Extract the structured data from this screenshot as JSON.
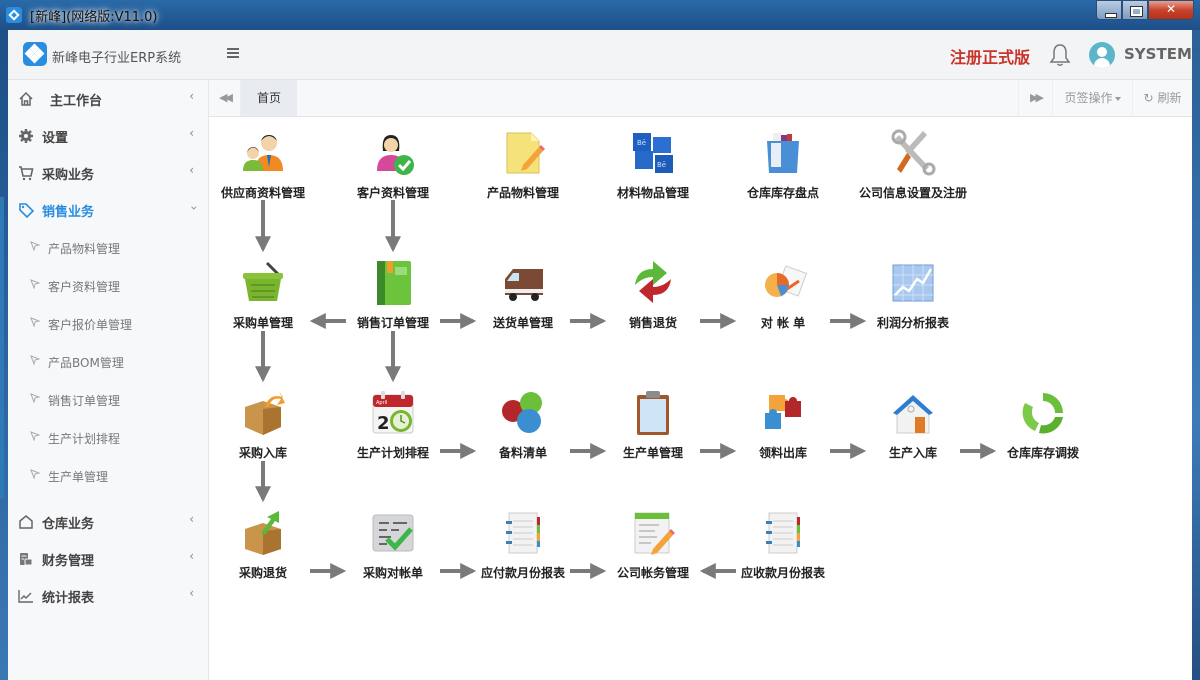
{
  "window": {
    "title": "[新峰](网络版:V11.0)",
    "controls": [
      "minimize",
      "maximize",
      "close"
    ]
  },
  "header": {
    "brand": "新峰电子行业ERP系统",
    "registration": "注册正式版",
    "user": "SYSTEM",
    "accent_color": "#2a8ee0",
    "registration_color": "#c8362b"
  },
  "sidebar": {
    "items": [
      {
        "label": "主工作台",
        "icon": "home-icon",
        "expanded": false
      },
      {
        "label": "设置",
        "icon": "gear-icon",
        "expanded": false
      },
      {
        "label": "采购业务",
        "icon": "cart-icon",
        "expanded": false
      },
      {
        "label": "销售业务",
        "icon": "tag-icon",
        "expanded": true,
        "active": true
      },
      {
        "label": "仓库业务",
        "icon": "warehouse-icon",
        "expanded": false
      },
      {
        "label": "财务管理",
        "icon": "finance-icon",
        "expanded": false
      },
      {
        "label": "统计报表",
        "icon": "chart-icon",
        "expanded": false
      }
    ],
    "subitems": [
      {
        "label": "产品物料管理"
      },
      {
        "label": "客户资料管理"
      },
      {
        "label": "客户报价单管理"
      },
      {
        "label": "产品BOM管理"
      },
      {
        "label": "销售订单管理"
      },
      {
        "label": "生产计划排程"
      },
      {
        "label": "生产单管理"
      }
    ]
  },
  "tabs": {
    "items": [
      {
        "label": "首页",
        "active": true
      }
    ],
    "page_ops": "页签操作",
    "refresh": "刷新"
  },
  "flow": {
    "nodes": [
      {
        "id": "supplier",
        "label": "供应商资料管理"
      },
      {
        "id": "customer",
        "label": "客户资料管理"
      },
      {
        "id": "product",
        "label": "产品物料管理"
      },
      {
        "id": "material",
        "label": "材料物品管理"
      },
      {
        "id": "stocktake",
        "label": "仓库库存盘点"
      },
      {
        "id": "company",
        "label": "公司信息设置及注册"
      },
      {
        "id": "purchase_order",
        "label": "采购单管理"
      },
      {
        "id": "sales_order",
        "label": "销售订单管理"
      },
      {
        "id": "delivery",
        "label": "送货单管理"
      },
      {
        "id": "sales_return",
        "label": "销售退货"
      },
      {
        "id": "statement",
        "label": "对 帐 单"
      },
      {
        "id": "profit",
        "label": "利润分析报表"
      },
      {
        "id": "purchase_in",
        "label": "采购入库"
      },
      {
        "id": "production_plan",
        "label": "生产计划排程"
      },
      {
        "id": "bom_list",
        "label": "备料清单"
      },
      {
        "id": "production_order",
        "label": "生产单管理"
      },
      {
        "id": "material_out",
        "label": "领料出库"
      },
      {
        "id": "production_in",
        "label": "生产入库"
      },
      {
        "id": "transfer",
        "label": "仓库库存调拨"
      },
      {
        "id": "purchase_return",
        "label": "采购退货"
      },
      {
        "id": "purchase_statement",
        "label": "采购对帐单"
      },
      {
        "id": "payable",
        "label": "应付款月份报表"
      },
      {
        "id": "accounts",
        "label": "公司帐务管理"
      },
      {
        "id": "receivable",
        "label": "应收款月份报表"
      }
    ]
  }
}
